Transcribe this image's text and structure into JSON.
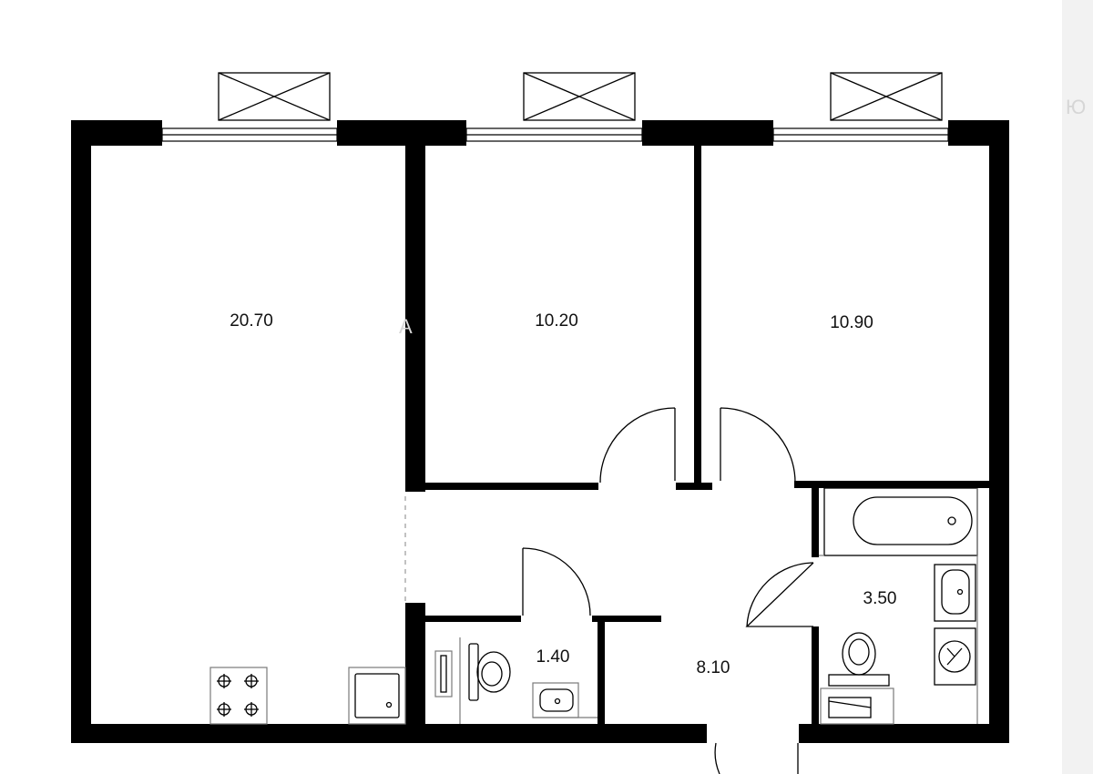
{
  "rooms": {
    "living_room": "20.70",
    "bedroom_1": "10.20",
    "bedroom_2": "10.90",
    "bathroom": "3.50",
    "toilet": "1.40",
    "hallway": "8.10"
  },
  "watermark": {
    "center": "A",
    "right": "Ю"
  },
  "colors": {
    "wall": "#000000",
    "background": "#ffffff",
    "fixture_line": "#7a7a7a"
  }
}
